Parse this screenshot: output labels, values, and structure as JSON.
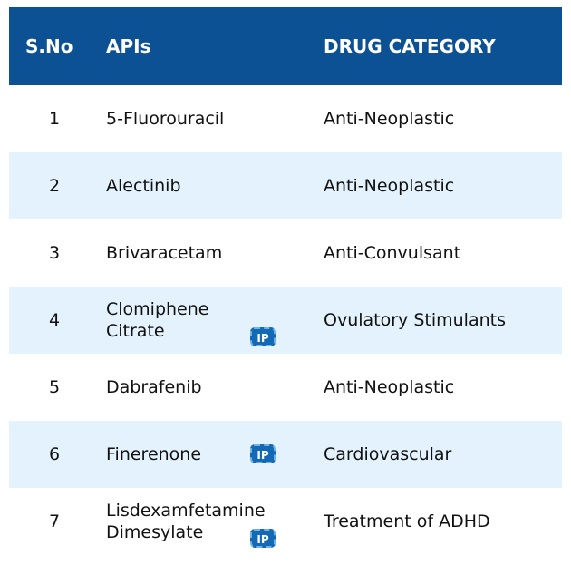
{
  "header": {
    "sno": "S.No",
    "apis": "APIs",
    "category": "DRUG CATEGORY"
  },
  "colors": {
    "header_bg": "#0d5195",
    "row_shade": "#e3f2fc",
    "badge_bg": "#1469b5"
  },
  "rows": [
    {
      "sno": "1",
      "api": "5-Fluorouracil",
      "category": "Anti-Neoplastic",
      "badge": ""
    },
    {
      "sno": "2",
      "api": "Alectinib",
      "category": "Anti-Neoplastic",
      "badge": ""
    },
    {
      "sno": "3",
      "api": "Brivaracetam",
      "category": "Anti-Convulsant",
      "badge": ""
    },
    {
      "sno": "4",
      "api": "Clomiphene Citrate",
      "category": "Ovulatory Stimulants",
      "badge": "IP"
    },
    {
      "sno": "5",
      "api": "Dabrafenib",
      "category": "Anti-Neoplastic",
      "badge": ""
    },
    {
      "sno": "6",
      "api": "Finerenone",
      "category": "Cardiovascular",
      "badge": "IP"
    },
    {
      "sno": "7",
      "api": "Lisdexamfetamine Dimesylate",
      "category": "Treatment of ADHD",
      "badge": "IP"
    }
  ]
}
